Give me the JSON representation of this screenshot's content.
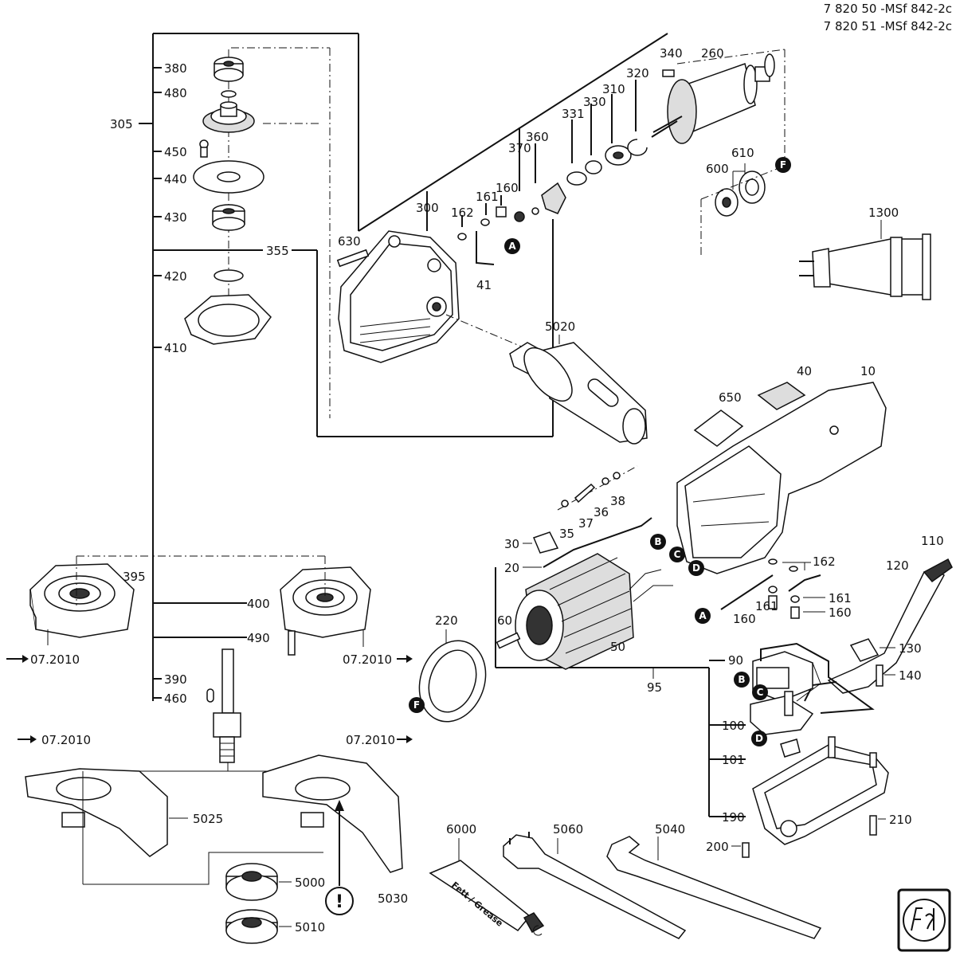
{
  "header": {
    "line1": "7 820 50 -MSf 842-2c",
    "line2": "7 820 51 -MSf 842-2c"
  },
  "labels": {
    "p380": "380",
    "p480": "480",
    "p305": "305",
    "p450": "450",
    "p440": "440",
    "p430": "430",
    "p355": "355",
    "p420": "420",
    "p410": "410",
    "p630": "630",
    "p300": "300",
    "p162a": "162",
    "p161a": "161",
    "p160a": "160",
    "p370": "370",
    "p360": "360",
    "p331": "331",
    "p330": "330",
    "p310": "310",
    "p320": "320",
    "p340": "340",
    "p260": "260",
    "p610": "610",
    "p600": "600",
    "p41": "41",
    "p1300": "1300",
    "p5020": "5020",
    "p40": "40",
    "p10": "10",
    "p650": "650",
    "p38": "38",
    "p36": "36",
    "p37": "37",
    "p35": "35",
    "p30": "30",
    "p20": "20",
    "p162b": "162",
    "p110": "110",
    "p120": "120",
    "p161b": "161",
    "p161c": "161",
    "p160b": "160",
    "p160c": "160",
    "p395": "395",
    "p400": "400",
    "p490": "490",
    "p390": "390",
    "p460": "460",
    "p220": "220",
    "p60": "60",
    "p50": "50",
    "p95": "95",
    "p90": "90",
    "p130": "130",
    "p140": "140",
    "p100": "100",
    "p101": "101",
    "p190": "190",
    "p210": "210",
    "p200": "200",
    "p5025": "5025",
    "p5030": "5030",
    "p5000": "5000",
    "p5010": "5010",
    "p6000": "6000",
    "p5060": "5060",
    "p5040": "5040",
    "ref1": "07.2010",
    "ref2": "07.2010",
    "ref3": "07.2010",
    "ref4": "07.2010"
  },
  "badges": {
    "A1": "A",
    "A2": "A",
    "B1": "B",
    "B2": "B",
    "C1": "C",
    "C2": "C",
    "D1": "D",
    "D2": "D",
    "F1": "F",
    "F2": "F"
  },
  "tube_text": "Fett / Grease",
  "warning_symbol": "!",
  "logo_icon": "fein-logo-icon"
}
